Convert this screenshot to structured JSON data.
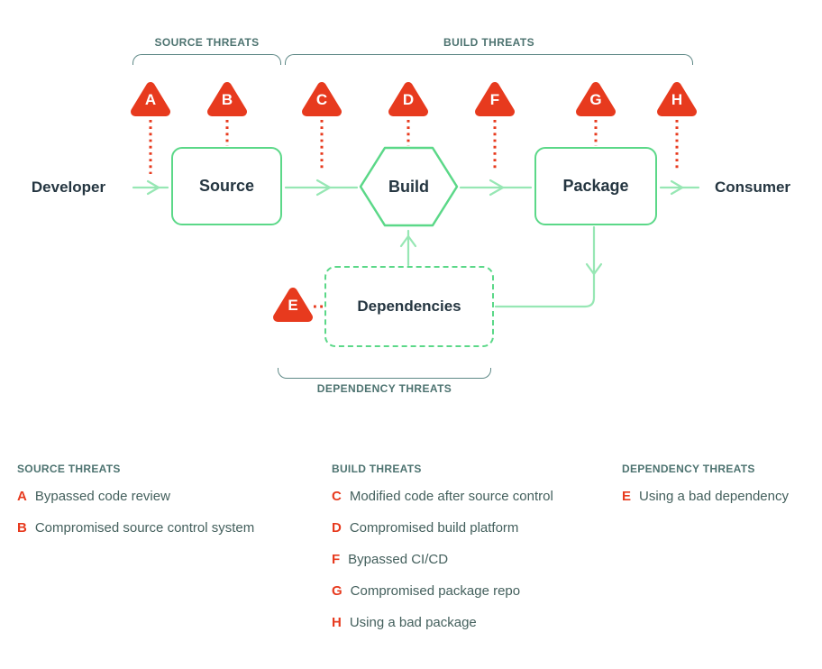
{
  "colors": {
    "threat_red": "#E73A1E",
    "node_border_green": "#5BD888",
    "flow_line_green": "#97E7B4",
    "group_label_teal": "#4D7370",
    "bracket_teal": "#5F8987",
    "node_text_dark": "#253641",
    "legend_text": "#44605D"
  },
  "flow": {
    "developer_label": "Developer",
    "source_label": "Source",
    "build_label": "Build",
    "package_label": "Package",
    "consumer_label": "Consumer",
    "dependencies_label": "Dependencies"
  },
  "groups": {
    "source": {
      "label": "SOURCE THREATS"
    },
    "build": {
      "label": "BUILD THREATS"
    },
    "dependency": {
      "label": "DEPENDENCY THREATS"
    }
  },
  "threat_markers": [
    {
      "letter": "A"
    },
    {
      "letter": "B"
    },
    {
      "letter": "C"
    },
    {
      "letter": "D"
    },
    {
      "letter": "F"
    },
    {
      "letter": "G"
    },
    {
      "letter": "H"
    },
    {
      "letter": "E"
    }
  ],
  "legend": {
    "columns": [
      {
        "title": "SOURCE THREATS",
        "items": [
          {
            "letter": "A",
            "text": "Bypassed code review"
          },
          {
            "letter": "B",
            "text": "Compromised source control system"
          }
        ]
      },
      {
        "title": "BUILD THREATS",
        "items": [
          {
            "letter": "C",
            "text": "Modified code after source control"
          },
          {
            "letter": "D",
            "text": "Compromised build platform"
          },
          {
            "letter": "F",
            "text": "Bypassed CI/CD"
          },
          {
            "letter": "G",
            "text": "Compromised package repo"
          },
          {
            "letter": "H",
            "text": "Using a bad package"
          }
        ]
      },
      {
        "title": "DEPENDENCY THREATS",
        "items": [
          {
            "letter": "E",
            "text": "Using a bad dependency"
          }
        ]
      }
    ]
  }
}
